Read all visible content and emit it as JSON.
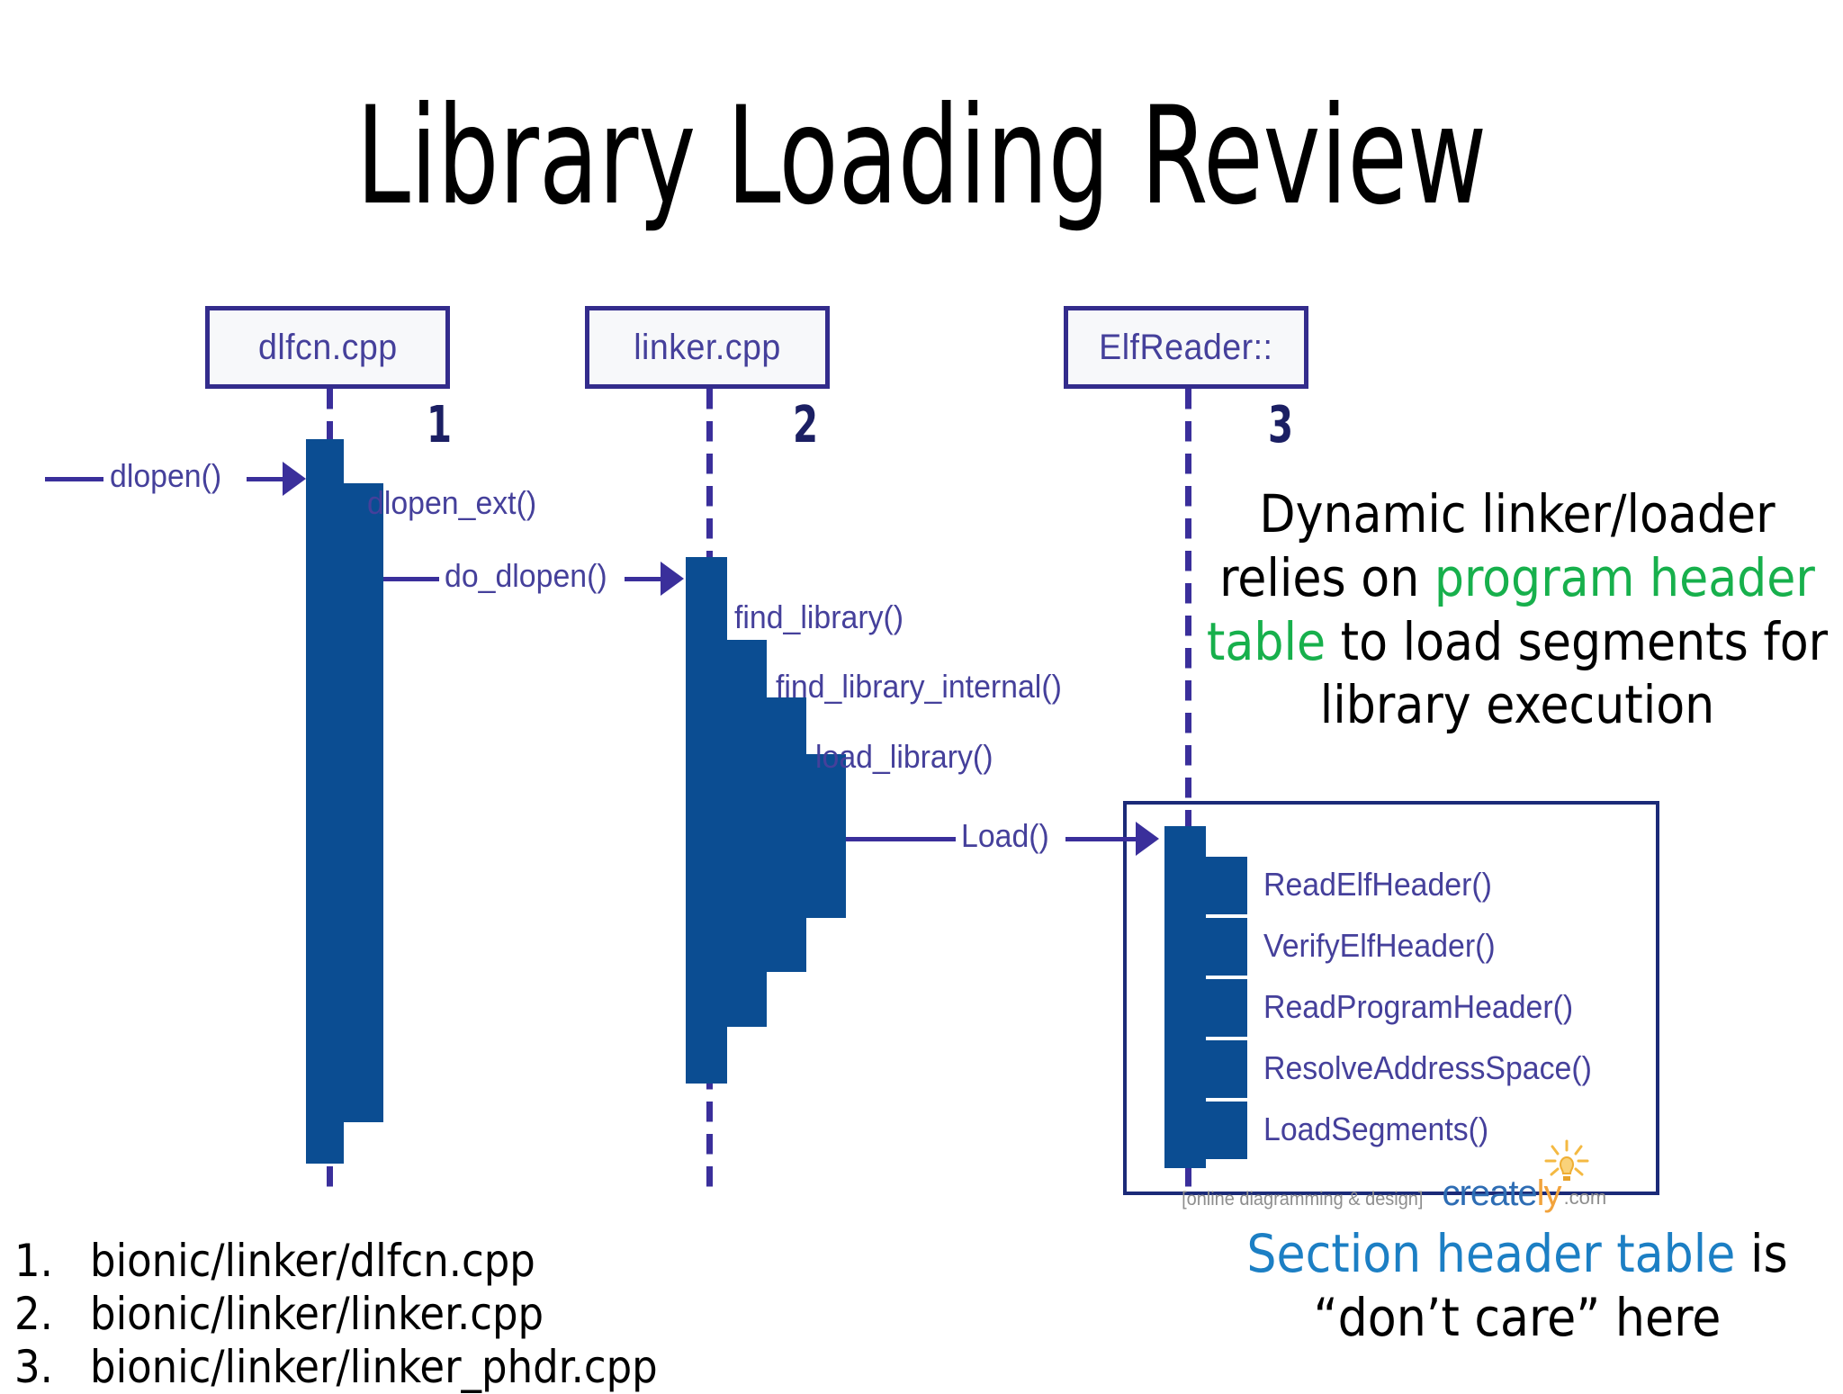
{
  "slide": {
    "title": "Library Loading Review"
  },
  "diagram": {
    "actors": [
      {
        "name": "dlfcn.cpp",
        "index": "1"
      },
      {
        "name": "linker.cpp",
        "index": "2"
      },
      {
        "name": "ElfReader::",
        "index": "3"
      }
    ],
    "messages": [
      {
        "label": "dlopen()",
        "kind": "inbound-call"
      },
      {
        "label": "do_dlopen()",
        "kind": "call"
      },
      {
        "label": "Load()",
        "kind": "call"
      }
    ],
    "self_calls": [
      {
        "label": "dlopen_ext()",
        "actor": "dlfcn.cpp"
      },
      {
        "label": "find_library()",
        "actor": "linker.cpp"
      },
      {
        "label": "find_library_internal()",
        "actor": "linker.cpp"
      },
      {
        "label": "load_library()",
        "actor": "linker.cpp"
      },
      {
        "label": "ReadElfHeader()",
        "actor": "ElfReader::"
      },
      {
        "label": "VerifyElfHeader()",
        "actor": "ElfReader::"
      },
      {
        "label": "ReadProgramHeader()",
        "actor": "ElfReader::"
      },
      {
        "label": "ResolveAddressSpace()",
        "actor": "ElfReader::"
      },
      {
        "label": "LoadSegments()",
        "actor": "ElfReader::"
      }
    ]
  },
  "notes": {
    "top": {
      "part1": "Dynamic linker/loader relies on ",
      "highlight": "program header table",
      "part2": " to load segments for library execution"
    },
    "bottom": {
      "highlight": "Section header table",
      "part1": " is",
      "part2": "“don’t care” here"
    }
  },
  "footnotes": [
    {
      "num": "1.",
      "text": "bionic/linker/dlfcn.cpp"
    },
    {
      "num": "2.",
      "text": "bionic/linker/linker.cpp"
    },
    {
      "num": "3.",
      "text": "bionic/linker/linker_phdr.cpp"
    }
  ],
  "watermark": {
    "tagline": "[online diagramming & design]",
    "brand_part1": "create",
    "brand_part2": "ly",
    "brand_tld": ".com"
  },
  "colors": {
    "activation_blue": "#0B4D92",
    "label_indigo": "#45409B",
    "box_border": "#332C8C",
    "frame_navy": "#1B2A78",
    "highlight_green": "#17B04C",
    "highlight_blue": "#1C7FC4",
    "index_navy": "#1B1F63"
  }
}
